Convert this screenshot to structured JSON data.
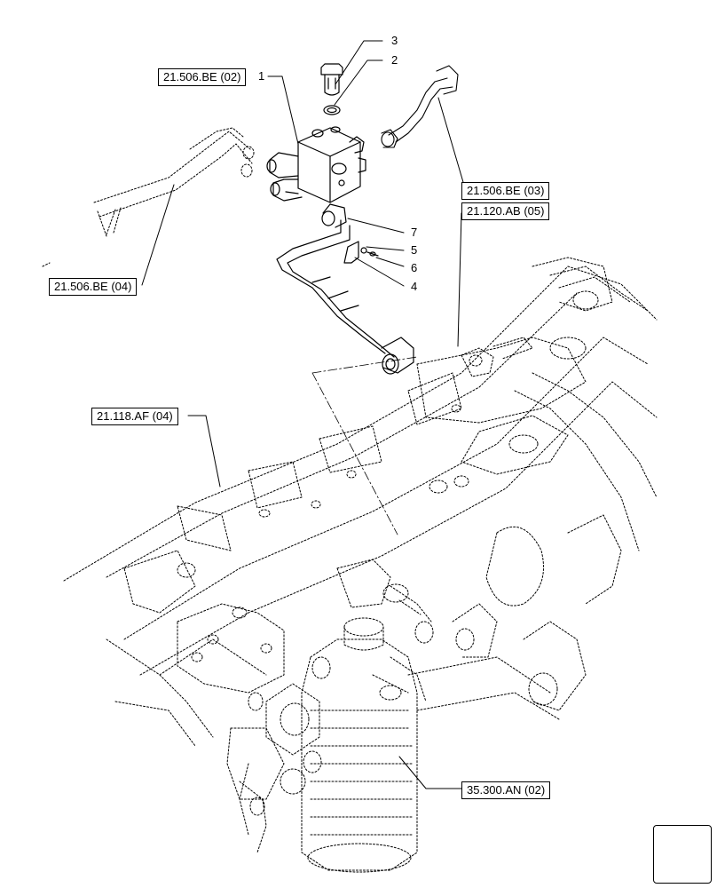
{
  "references": {
    "r1": "21.506.BE (02)",
    "r2": "21.506.BE (03)",
    "r3": "21.120.AB (05)",
    "r4": "21.506.BE (04)",
    "r5": "21.118.AF (04)",
    "r6": "35.300.AN (02)"
  },
  "part_numbers": {
    "p1": "1",
    "p2": "2",
    "p3": "3",
    "p4": "4",
    "p5": "5",
    "p6": "6",
    "p7": "7"
  },
  "nav_icon": "next-page-arrow-icon"
}
